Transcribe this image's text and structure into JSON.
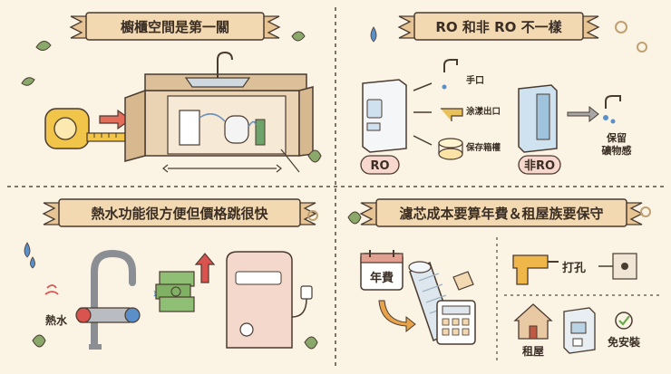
{
  "panels": {
    "top_left": {
      "title": "櫥櫃空間是第一關"
    },
    "top_right": {
      "title": "RO 和非 RO 不一樣",
      "ro_badge": "RO",
      "non_ro_badge": "非RO",
      "outputs": [
        "手口",
        "涂漾出口",
        "保存箱權"
      ],
      "non_ro_note_line1": "保留",
      "non_ro_note_line2": "礦物感"
    },
    "bottom_left": {
      "title": "熱水功能很方便但價格跳很快",
      "hot_label": "熱水"
    },
    "bottom_right": {
      "title": "濾芯成本要算年費＆租屋族要保守",
      "calendar_label": "年費",
      "drill_label": "打孔",
      "rental_label": "租屋",
      "install_label": "免安裝"
    }
  },
  "colors": {
    "background": "#fbf3e4",
    "banner": "#f3d9b1",
    "outline": "#4a3b30",
    "accent_red": "#d9534f",
    "accent_blue": "#5b8fc9",
    "leaf": "#8aa86a"
  }
}
